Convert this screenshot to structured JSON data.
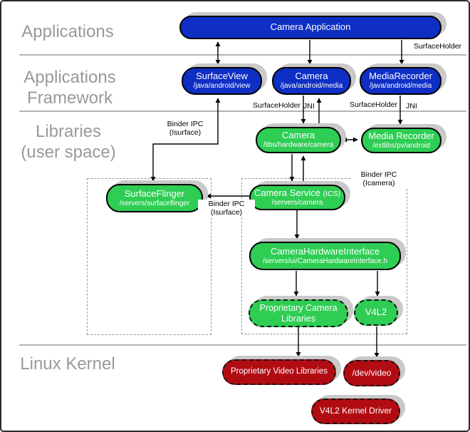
{
  "layers": {
    "applications": "Applications",
    "framework_line1": "Applications",
    "framework_line2": "Framework",
    "libraries_line1": "Libraries",
    "libraries_line2": "(user space)",
    "linux_kernel": "Linux Kernel"
  },
  "nodes": {
    "camera_app": {
      "title": "Camera Application"
    },
    "surface_view": {
      "title": "SurfaceView",
      "subtitle": "/java/android/view"
    },
    "camera_fw": {
      "title": "Camera",
      "subtitle": "/java/android/media"
    },
    "media_recorder_fw": {
      "title": "MediaRecorder",
      "subtitle": "/java/android/media"
    },
    "camera_lib": {
      "title": "Camera",
      "subtitle": "/libs/hardware/camera"
    },
    "media_recorder_lib": {
      "title": "Media Recorder",
      "subtitle": "/extlibs/pv/android"
    },
    "surface_flinger": {
      "title": "SurfaceFlinger",
      "subtitle": "/servers/surfaceflinger"
    },
    "camera_service": {
      "title": "Camera Service",
      "title_suffix": "(ICS)",
      "subtitle": "/servers/camera"
    },
    "camera_hw_interface": {
      "title": "CameraHardwareInterface",
      "subtitle": "/servers/ui/CameraHardwareInterface.h"
    },
    "proprietary_camera_libs": {
      "title": "Proprietary Camera Libraries"
    },
    "v4l2": {
      "title": "V4L2"
    },
    "proprietary_video_libs": {
      "title": "Proprietary Video Libraries"
    },
    "dev_video": {
      "title": "/dev/video"
    },
    "v4l2_kernel_driver": {
      "title": "V4L2 Kernel Driver"
    }
  },
  "edge_labels": {
    "surfaceholder_top": "SurfaceHolder",
    "surfaceholder_camera": "SurfaceHolder",
    "jni_camera": "JNI",
    "surfaceholder_mediarecorder": "SurfaceHolder",
    "jni_mediarecorder": "JNI",
    "binder_isurface_upper_line1": "Binder IPC",
    "binder_isurface_upper_line2": "(Isurface)",
    "binder_isurface_lower_line1": "Binder IPC",
    "binder_isurface_lower_line2": "(Isurface)",
    "binder_icamera_line1": "Binder IPC",
    "binder_icamera_line2": "(Icamera)"
  },
  "colors": {
    "node_blue": "#0e2ec4",
    "node_green": "#2ecd53",
    "node_red": "#b20c13",
    "shadow_gray": "#c9c9c9",
    "layer_label_gray": "#999999",
    "separator_gray": "#b3b3b3",
    "line_black": "#000000"
  }
}
